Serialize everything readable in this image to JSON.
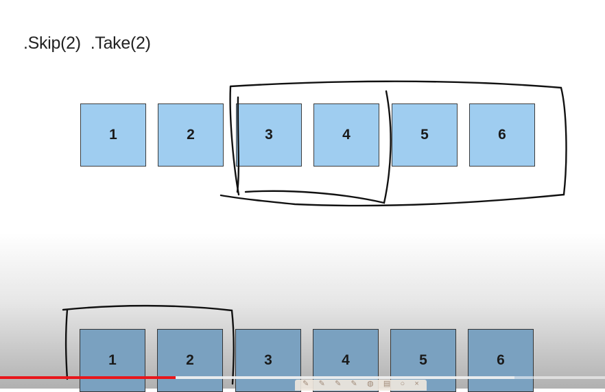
{
  "title": {
    "skip": ".Skip(2)",
    "take": ".Take(2)"
  },
  "row_top": {
    "boxes": [
      "1",
      "2",
      "3",
      "4",
      "5",
      "6"
    ]
  },
  "row_bottom": {
    "boxes": [
      "1",
      "2",
      "3",
      "4",
      "5",
      "6"
    ]
  },
  "video": {
    "progress_fraction": 0.29,
    "buffer_fraction": 0.85,
    "progress_color": "#e8161b"
  },
  "drawing_toolbar": {
    "tools": [
      "pen-icon",
      "pen-icon",
      "pen-icon",
      "highlighter-icon",
      "eraser-icon",
      "whiteboard-icon",
      "spotlight-icon",
      "close-icon"
    ]
  },
  "colors": {
    "box_fill": "#9fcdf0",
    "box_fill_shaded": "#7aa1c0",
    "ink": "#111111"
  }
}
